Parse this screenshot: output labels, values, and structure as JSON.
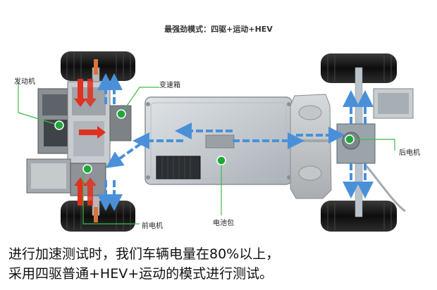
{
  "title": "最强劲模式：四驱+运动+HEV",
  "labels": {
    "engine": "发动机",
    "gearbox": "变速箱",
    "front_motor": "前电机",
    "battery": "电池包",
    "rear_motor": "后电机"
  },
  "caption": {
    "line1": "进行加速测试时，我们车辆电量在80%以上，",
    "line2": "采用四驱普通+HEV+运动的模式进行测试。"
  },
  "colors": {
    "marker_green": "#1fa83a",
    "electric_arrow": "#4a90d9",
    "mechanical_arrow": "#e0301e",
    "leader_line": "#3dbb4a",
    "tire": "#1b1b1b",
    "battery_body": "#c9ced3"
  },
  "icons": {
    "marker": "green-dot-icon",
    "energy_flow": "arrow-icon"
  }
}
